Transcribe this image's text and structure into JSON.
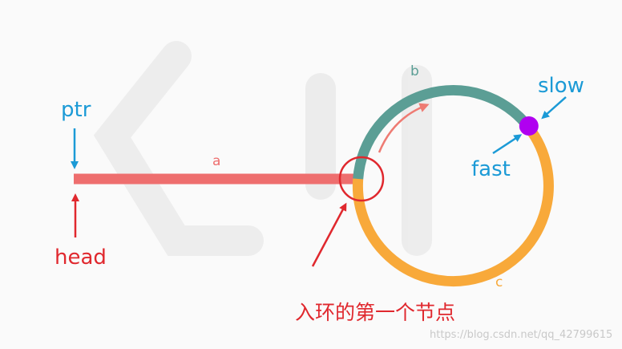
{
  "labels": {
    "ptr": "ptr",
    "head": "head",
    "slow": "slow",
    "fast": "fast",
    "seg_a": "a",
    "seg_b": "b",
    "seg_c": "c",
    "entry_node": "入环的第一个节点"
  },
  "watermark": {
    "url": "https://blog.csdn.net/qq_42799615"
  },
  "colors": {
    "list_line": "#ee6e6e",
    "arc_b": "#5b9e95",
    "arc_c": "#f8a93a",
    "pointer_node": "#b000f0",
    "blue_label": "#1b9ad6",
    "red_label": "#e0282e"
  }
}
